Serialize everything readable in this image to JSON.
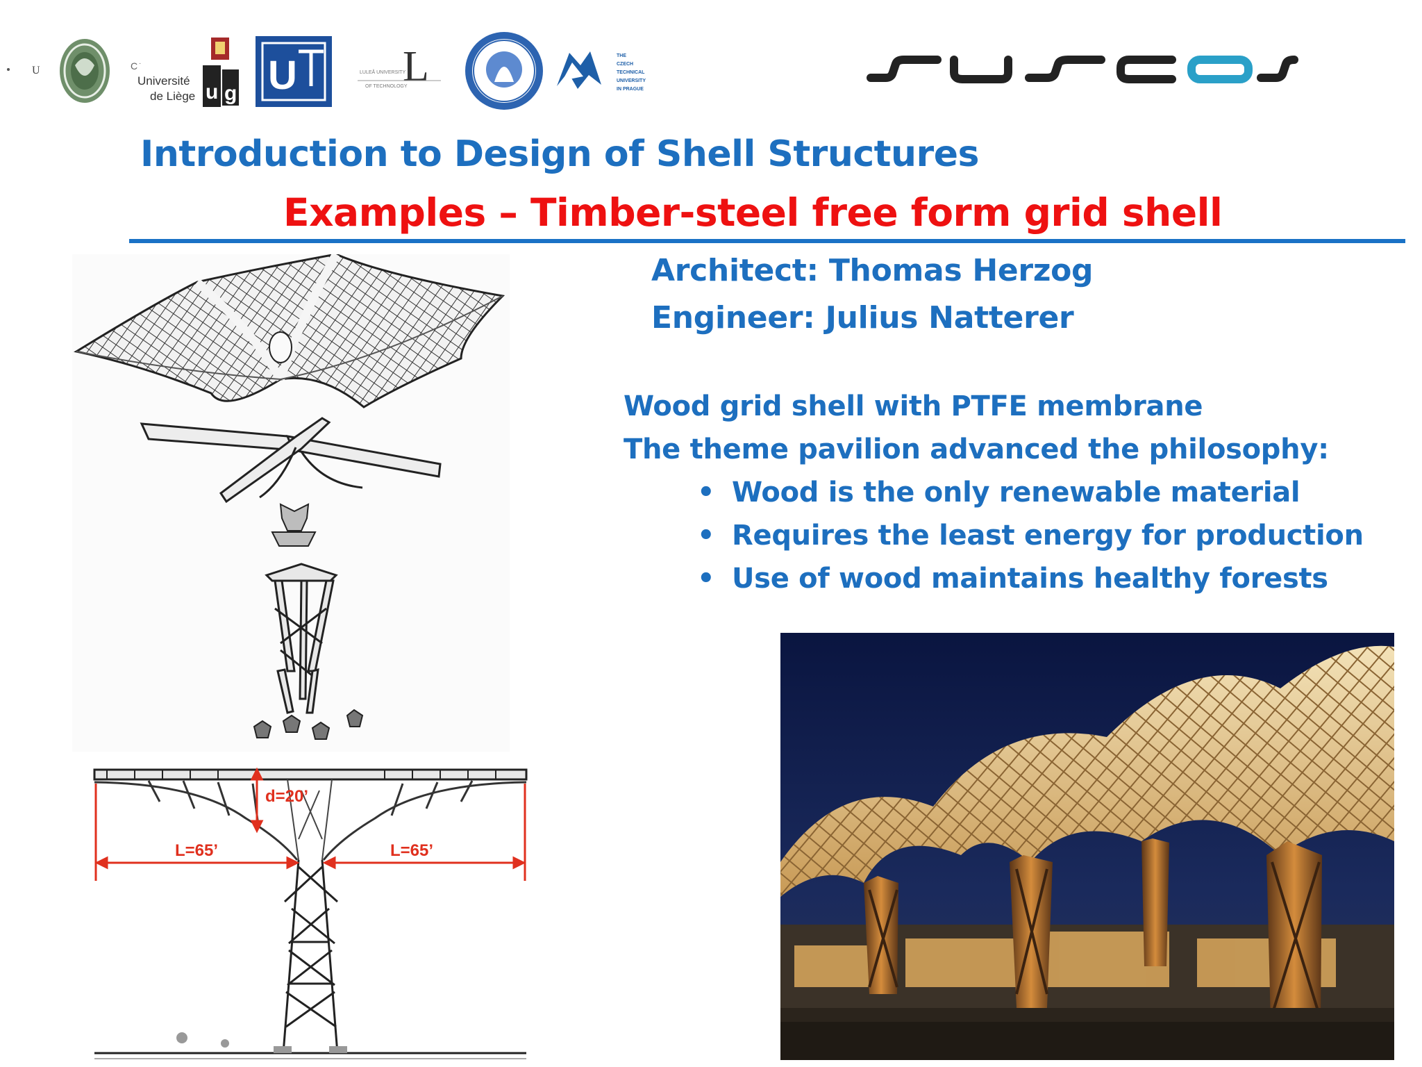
{
  "header": {
    "logos": [
      {
        "name": "coimbra-university-logo",
        "text": "U"
      },
      {
        "name": "green-seal-logo"
      },
      {
        "name": "universite-de-liege-logo",
        "text": "Université de Liège"
      },
      {
        "name": "ulg-logo",
        "text": "ulg"
      },
      {
        "name": "ut-logo",
        "text": "UT"
      },
      {
        "name": "lulea-technology-logo",
        "text": "L"
      },
      {
        "name": "blue-seal-logo"
      },
      {
        "name": "czech-technical-university-logo",
        "text": "THE CZECH TECHNICAL UNIVERSITY IN PRAGUE"
      },
      {
        "name": "suscos-logo",
        "text": "suscos"
      }
    ]
  },
  "slide": {
    "title": "Introduction to Design of Shell Structures",
    "subtitle": "Examples – Timber-steel free form grid shell",
    "architect": "Architect: Thomas Herzog",
    "engineer": "Engineer: Julius Natterer",
    "description_line1": "Wood grid shell with PTFE membrane",
    "description_line2": "The theme pavilion advanced the philosophy:",
    "bullets": [
      "Wood is the only renewable material",
      "Requires the least energy for production",
      "Use of wood maintains healthy forests"
    ]
  },
  "figures": {
    "section_labels": {
      "depth": "d=20’",
      "span_left": "L=65’",
      "span_right": "L=65’"
    }
  },
  "colors": {
    "title_blue": "#1d6fbf",
    "subtitle_red": "#ee1111",
    "rule_blue": "#1a72c6",
    "dimension_red": "#e0301e"
  }
}
